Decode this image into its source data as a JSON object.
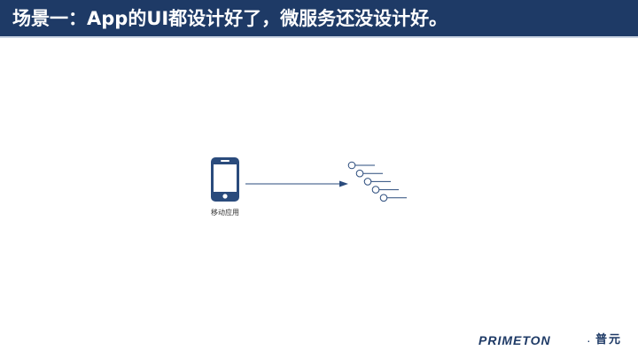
{
  "header": {
    "title": "场景一：App的UI都设计好了，微服务还没设计好。"
  },
  "diagram": {
    "app_label": "移动应用",
    "service_count": 5
  },
  "logo": {
    "brand": "PRIMETON",
    "separator": "·",
    "brand_cn": "普元"
  },
  "colors": {
    "header_bg": "#1e3a66",
    "accent": "#2a4b7c"
  }
}
